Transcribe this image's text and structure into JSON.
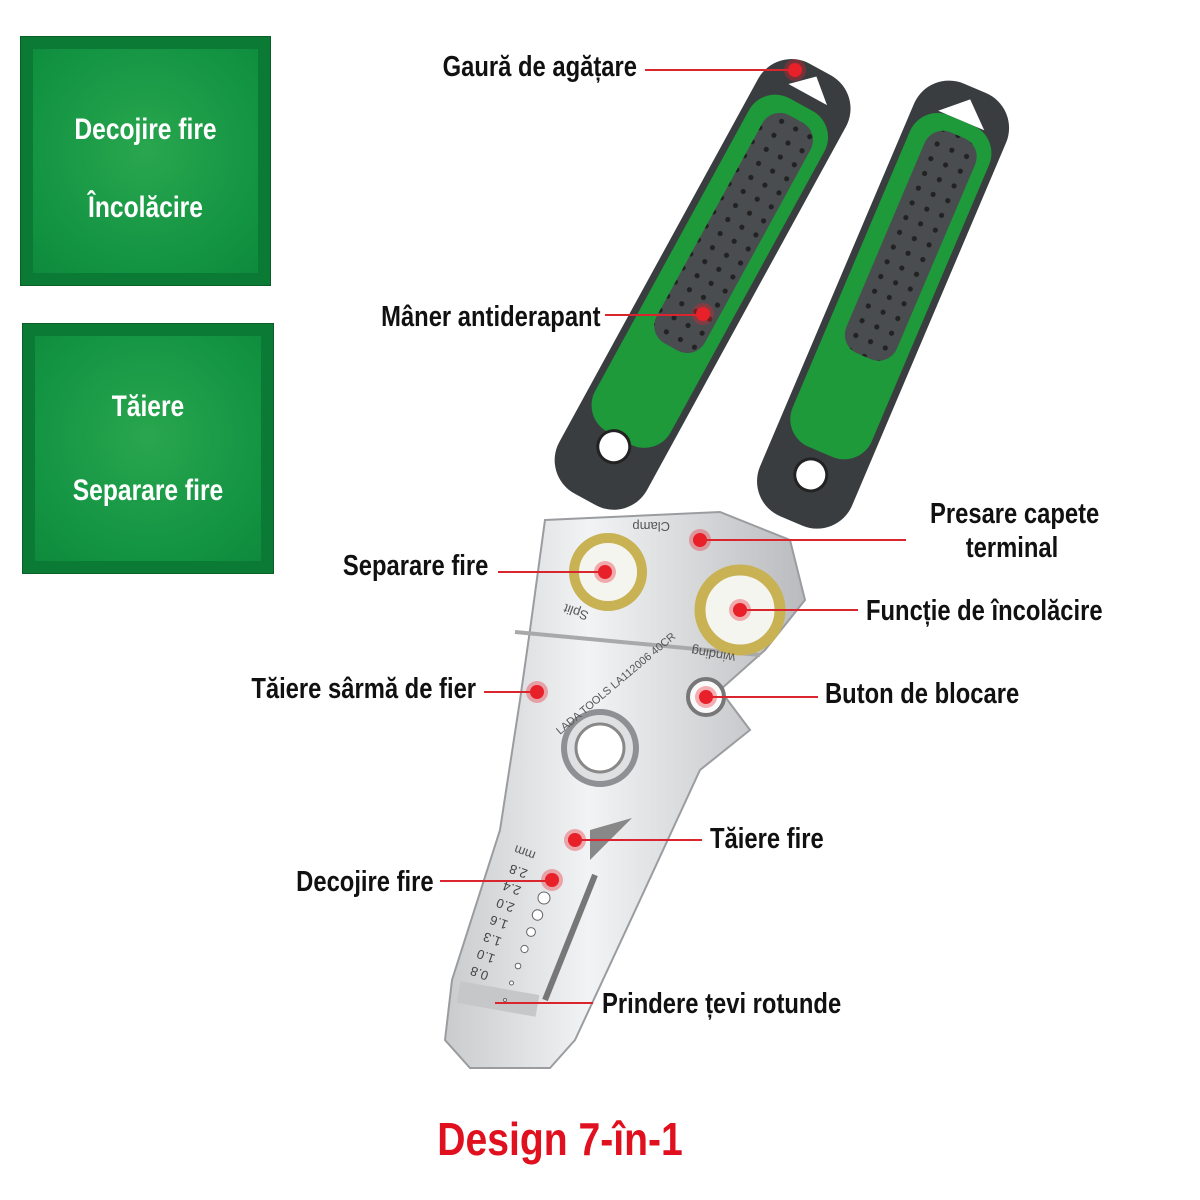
{
  "feature_boxes": [
    {
      "lines": [
        "Decojire fire",
        "Încolăcire"
      ]
    },
    {
      "lines": [
        "Tăiere",
        "Separare fire"
      ]
    }
  ],
  "callouts": {
    "hanging_hole": "Gaură de agățare",
    "non_slip_handle": "Mâner antiderapant",
    "terminal_crimping": [
      "Presare capete",
      "terminal"
    ],
    "wire_splitting": "Separare fire",
    "winding_function": "Funcție de încolăcire",
    "iron_wire_cutting": "Tăiere sârmă de fier",
    "lock_button": "Buton de blocare",
    "wire_cutting": "Tăiere fire",
    "wire_stripping": "Decojire fire",
    "round_pipe_grip": "Prindere țevi rotunde"
  },
  "tool_engravings": {
    "clamp": "Clamp",
    "split": "Split",
    "winding": "winding",
    "brand": "LADA TOOLS LA112006 40CR",
    "unit": "mm",
    "gauge_sizes": [
      "2.8",
      "2.4",
      "2.0",
      "1.6",
      "1.3",
      "1.0",
      "0.8"
    ]
  },
  "title": "Design 7-în-1",
  "colors": {
    "accent_red": "#e0101f",
    "handle_green": "#1e9a3a",
    "handle_dark": "#3a3d3f",
    "box_green": "#0b7a34"
  }
}
